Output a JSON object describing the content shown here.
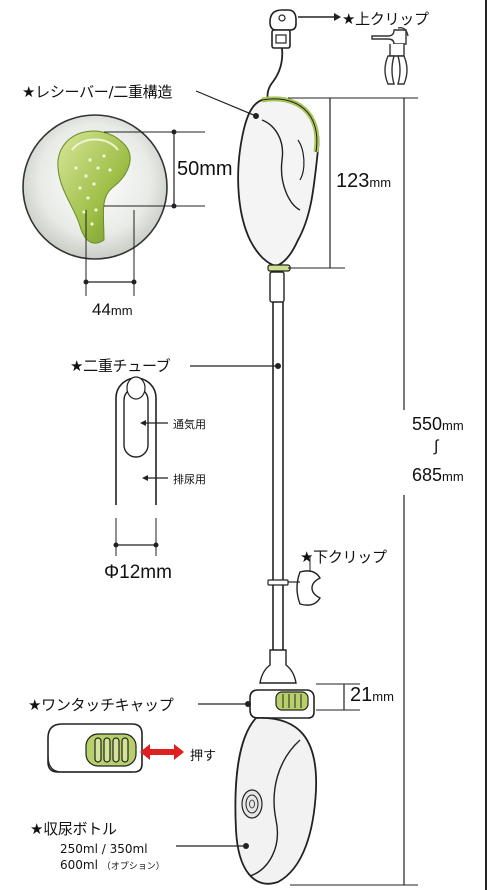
{
  "colors": {
    "line": "#222222",
    "accent_green": "#a9c45a",
    "cap_green": "#b8d06a",
    "arrow_red": "#e02020",
    "body_gray": "#f2f2f2"
  },
  "labels": {
    "upper_clip": "★上クリップ",
    "receiver": "★レシーバー/二重構造",
    "double_tube": "★二重チューブ",
    "lower_clip": "★下クリップ",
    "one_touch_cap": "★ワンタッチキャップ",
    "bottle": "★収尿ボトル"
  },
  "dimensions": {
    "receiver_height_value": "50",
    "receiver_height_unit": "mm",
    "receiver_width_value": "44",
    "receiver_width_unit": "mm",
    "receiver_length_value": "123",
    "receiver_length_unit": "mm",
    "total_min_value": "550",
    "total_min_unit": "mm",
    "range_symbol": "∫",
    "total_max_value": "685",
    "total_max_unit": "mm",
    "tube_diameter": "Φ12mm",
    "cap_height_value": "21",
    "cap_height_unit": "mm"
  },
  "tube_detail": {
    "vent": "通気用",
    "urine": "排尿用"
  },
  "cap_detail": {
    "push": "押す"
  },
  "bottle_capacity": {
    "line1": "250ml / 350ml",
    "line2_value": "600ml",
    "line2_note": "（オプション）"
  }
}
